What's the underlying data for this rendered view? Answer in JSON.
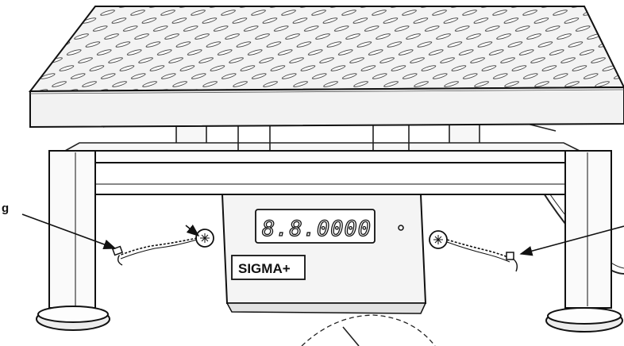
{
  "callout": {
    "letter": "g"
  },
  "display": {
    "reading": "8.8.0.0.0.0",
    "shown": "8.8.0000"
  },
  "brand": {
    "label": "SIGMA+"
  }
}
